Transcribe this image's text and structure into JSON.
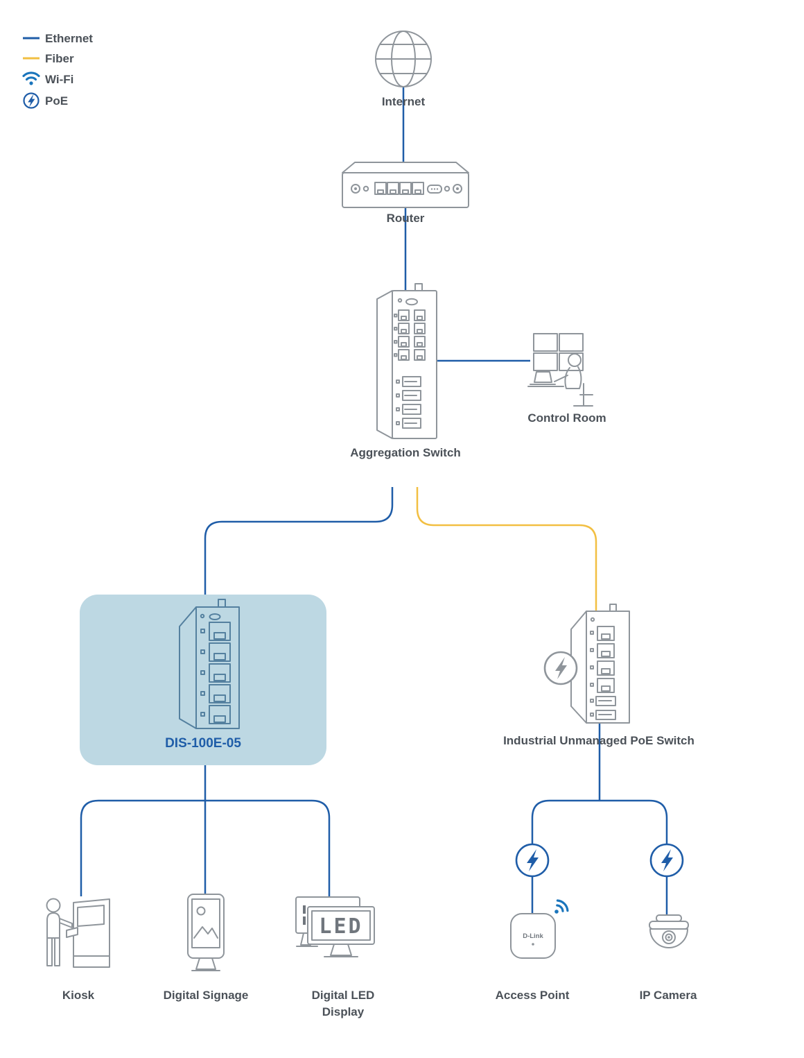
{
  "legend": {
    "items": [
      {
        "label": "Ethernet",
        "type": "ethernet-line"
      },
      {
        "label": "Fiber",
        "type": "fiber-line"
      },
      {
        "label": "Wi-Fi",
        "type": "wifi-icon"
      },
      {
        "label": "PoE",
        "type": "poe-icon"
      }
    ]
  },
  "nodes": {
    "internet": {
      "label": "Internet"
    },
    "router": {
      "label": "Router"
    },
    "aggregation_switch": {
      "label": "Aggregation Switch"
    },
    "control_room": {
      "label": "Control Room"
    },
    "dis_switch": {
      "label": "DIS-100E-05",
      "highlighted": true
    },
    "poe_switch": {
      "label": "Industrial Unmanaged PoE Switch"
    },
    "kiosk": {
      "label": "Kiosk"
    },
    "digital_signage": {
      "label": "Digital Signage"
    },
    "digital_led_display": {
      "label_line1": "Digital LED",
      "label_line2": "Display",
      "screen_text": "LED"
    },
    "access_point": {
      "label": "Access Point",
      "brand_text": "D-Link"
    },
    "ip_camera": {
      "label": "IP Camera"
    }
  },
  "connections": [
    {
      "from": "internet",
      "to": "router",
      "type": "ethernet"
    },
    {
      "from": "router",
      "to": "aggregation_switch",
      "type": "ethernet"
    },
    {
      "from": "aggregation_switch",
      "to": "control_room",
      "type": "ethernet"
    },
    {
      "from": "aggregation_switch",
      "to": "dis_switch",
      "type": "ethernet"
    },
    {
      "from": "aggregation_switch",
      "to": "poe_switch",
      "type": "fiber"
    },
    {
      "from": "dis_switch",
      "to": "kiosk",
      "type": "ethernet"
    },
    {
      "from": "dis_switch",
      "to": "digital_signage",
      "type": "ethernet"
    },
    {
      "from": "dis_switch",
      "to": "digital_led_display",
      "type": "ethernet"
    },
    {
      "from": "poe_switch",
      "to": "access_point",
      "type": "ethernet-poe"
    },
    {
      "from": "poe_switch",
      "to": "ip_camera",
      "type": "ethernet-poe"
    }
  ],
  "colors": {
    "ethernet": "#1f5da8",
    "fiber": "#f2bf42",
    "wifi": "#1a75bc",
    "outline": "#8f959b",
    "text": "#4b5158",
    "highlight": "#bdd8e3",
    "dis-device": "#54809f",
    "dis-label": "#1f5da8",
    "screen-text": "#70767d"
  }
}
